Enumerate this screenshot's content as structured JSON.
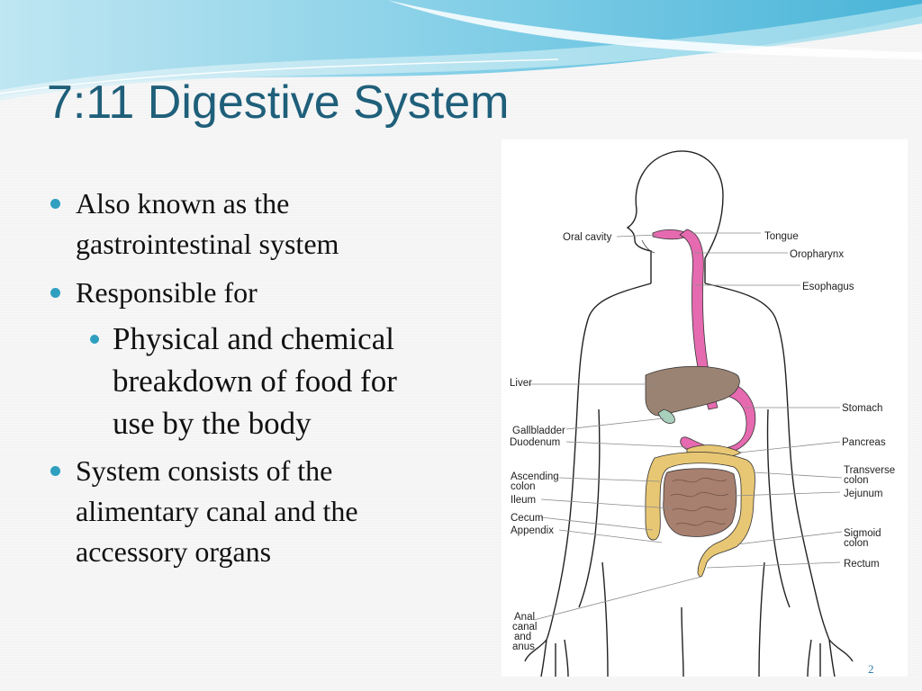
{
  "slide": {
    "title": "7:11 Digestive System",
    "page_number": "2"
  },
  "bullets": {
    "item1": "Also known as the gastrointestinal system",
    "item2": "Responsible for",
    "item2_sub": "Physical and chemical breakdown of food for use by the body",
    "item3": "System consists of the alimentary canal and the accessory organs"
  },
  "diagram": {
    "labels": {
      "oral_cavity": "Oral cavity",
      "tongue": "Tongue",
      "oropharynx": "Oropharynx",
      "esophagus": "Esophagus",
      "liver": "Liver",
      "stomach": "Stomach",
      "gallbladder": "Gallbladder",
      "duodenum": "Duodenum",
      "pancreas": "Pancreas",
      "ascending_colon_1": "Ascending",
      "ascending_colon_2": "colon",
      "transverse_colon_1": "Transverse",
      "transverse_colon_2": "colon",
      "ileum": "Ileum",
      "jejunum": "Jejunum",
      "cecum": "Cecum",
      "appendix": "Appendix",
      "sigmoid_colon_1": "Sigmoid",
      "sigmoid_colon_2": "colon",
      "rectum": "Rectum",
      "anal_1": "Anal",
      "anal_2": "canal",
      "anal_3": "and",
      "anal_4": "anus"
    }
  },
  "colors": {
    "title": "#1f5f7a",
    "bullet": "#2f9fbf",
    "esophagus_stomach": "#e66ab0",
    "liver": "#9b8373",
    "intestine": "#e8c774",
    "small_intestine": "#a88070",
    "gallbladder": "#a9cfbd"
  }
}
